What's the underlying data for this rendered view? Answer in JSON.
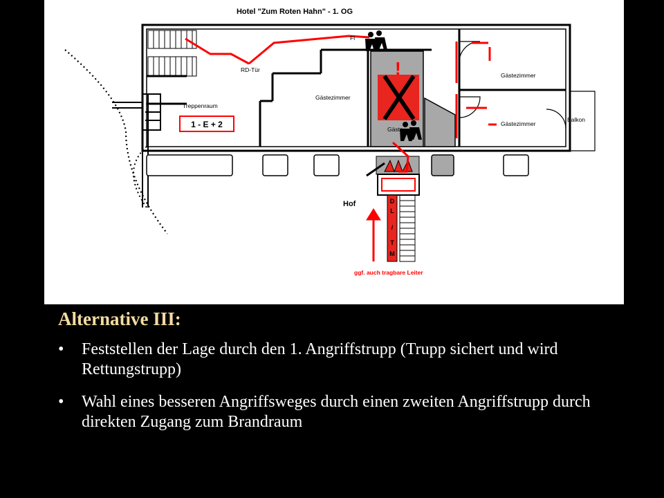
{
  "plan": {
    "title": "Hotel \"Zum Roten Hahn\" - 1. OG",
    "labels": {
      "rd_tuer": "RD-Tür",
      "treppenraum": "Treppenraum",
      "code_box": "1 - E + 2",
      "gastezimmer_left": "Gästezimmer",
      "gastezimmer_mid": "Gäste",
      "gastezimmer_right_top": "Gästezimmer",
      "gastezimmer_right_bottom": "Gästezimmer",
      "balkon": "Balkon",
      "hof": "Hof",
      "flur_fragment": "Fl",
      "ladder_text": "ggf. auch tragbare Leiter",
      "exclamation": "!"
    },
    "dl_tm_letters": [
      "D",
      "L",
      "/",
      "T",
      "M"
    ],
    "colors": {
      "route": "#ff0000",
      "fire": "#e8251f",
      "fire_room": "#a8a8a8",
      "wall": "#000000"
    }
  },
  "slide": {
    "heading": "Alternative III:",
    "bullet_char": "•",
    "bullets": [
      "Feststellen der Lage durch den 1. Angriffstrupp (Trupp sichert und wird Rettungstrupp)",
      "Wahl eines besseren Angriffsweges durch einen zweiten Angriffstrupp durch direkten Zugang zum Brandraum"
    ]
  }
}
